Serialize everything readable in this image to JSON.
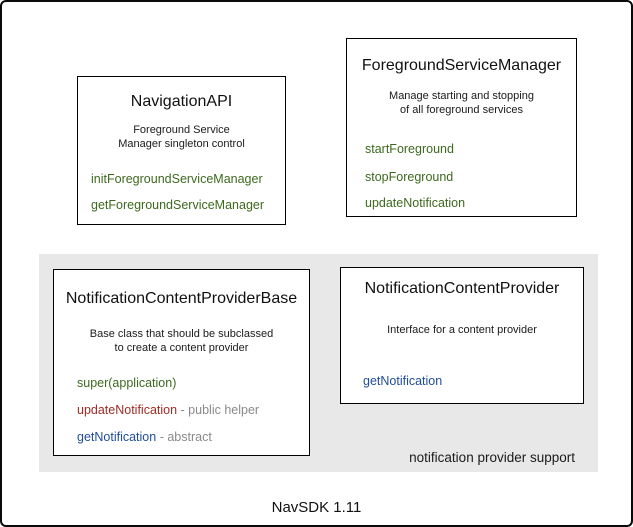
{
  "palette": {
    "green": "#3d691e",
    "red": "#a12b24",
    "blue": "#1f4d9b",
    "gray": "#8a8a8a",
    "band_bg": "#e8e8e8",
    "box_border": "#000000",
    "outer_border": "#0a0a0a"
  },
  "footer_label": "NavSDK 1.11",
  "band": {
    "label": "notification provider support"
  },
  "boxes": [
    {
      "title": "NavigationAPI",
      "description_line1": "Foreground Service",
      "description_line2": "Manager singleton control",
      "methods": [
        {
          "label": "initForegroundServiceManager",
          "color": "green"
        },
        {
          "label": "getForegroundServiceManager",
          "color": "green"
        }
      ]
    },
    {
      "title": "ForegroundServiceManager",
      "description_line1": "Manage starting and stopping",
      "description_line2": "of all foreground services",
      "methods": [
        {
          "label": "startForeground",
          "color": "green"
        },
        {
          "label": "stopForeground",
          "color": "green"
        },
        {
          "label": "updateNotification",
          "color": "green"
        }
      ]
    },
    {
      "title": "NotificationContentProviderBase",
      "description_line1": "Base class that should be subclassed",
      "description_line2": "to create a content provider",
      "methods": [
        {
          "label": "super(application)",
          "color": "green"
        },
        {
          "label": "updateNotification",
          "color": "red",
          "suffix": " - public helper",
          "suffix_color": "gray"
        },
        {
          "label": "getNotification",
          "color": "blue",
          "suffix": " - abstract",
          "suffix_color": "gray"
        }
      ]
    },
    {
      "title": "NotificationContentProvider",
      "description_line1": "Interface for a content provider",
      "methods": [
        {
          "label": "getNotification",
          "color": "blue"
        }
      ]
    }
  ]
}
